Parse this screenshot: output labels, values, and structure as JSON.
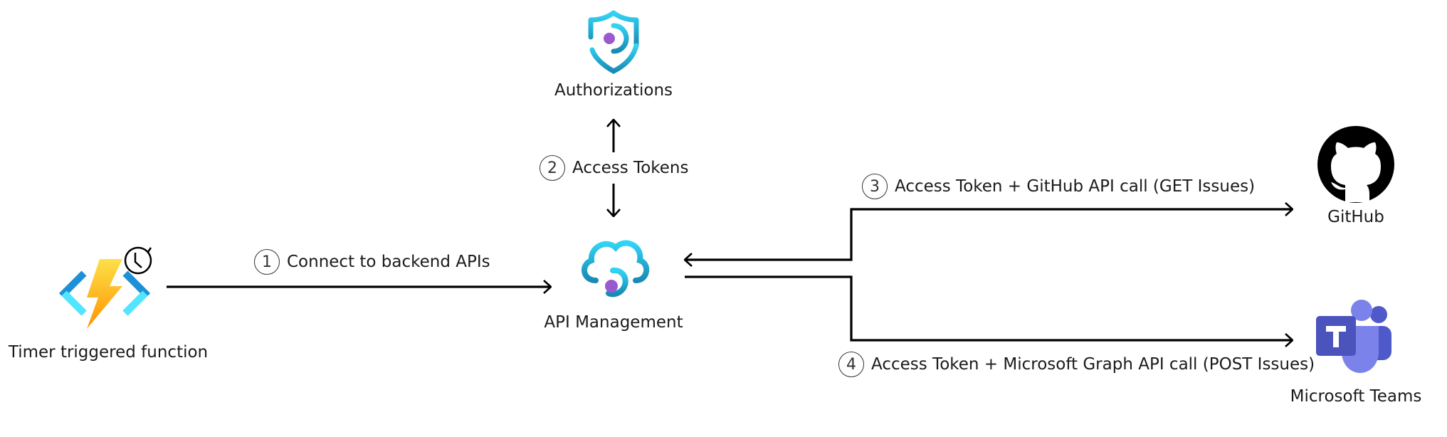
{
  "diagram": {
    "nodes": {
      "function": {
        "label": "Timer triggered function",
        "icon": "azure-function-timer-icon"
      },
      "apim": {
        "label": "API Management",
        "icon": "api-management-cloud-icon"
      },
      "authorizations": {
        "label": "Authorizations",
        "icon": "authorizations-shield-icon"
      },
      "github": {
        "label": "GitHub",
        "icon": "github-octocat-icon"
      },
      "teams": {
        "label": "Microsoft Teams",
        "icon": "microsoft-teams-icon"
      }
    },
    "edges": [
      {
        "step": "1",
        "label": "Connect to backend APIs",
        "from": "Timer triggered function",
        "to": "API Management"
      },
      {
        "step": "2",
        "label": "Access Tokens",
        "from": "API Management",
        "to": "Authorizations",
        "bidirectional": true
      },
      {
        "step": "3",
        "label": "Access Token + GitHub API call (GET Issues)",
        "from": "API Management",
        "to": "GitHub",
        "bidirectional": true
      },
      {
        "step": "4",
        "label": "Access Token + Microsoft Graph API call (POST Issues)",
        "from": "API Management",
        "to": "Microsoft Teams"
      }
    ],
    "colors": {
      "azure_cyan": "#32d4f5",
      "azure_blue": "#198ab3",
      "purple_dot": "#9b59d0",
      "bolt_yellow": "#fcd116",
      "bolt_orange": "#ff9300",
      "teams_purple": "#5059c9",
      "teams_light": "#7b83eb",
      "line": "#000000"
    }
  }
}
